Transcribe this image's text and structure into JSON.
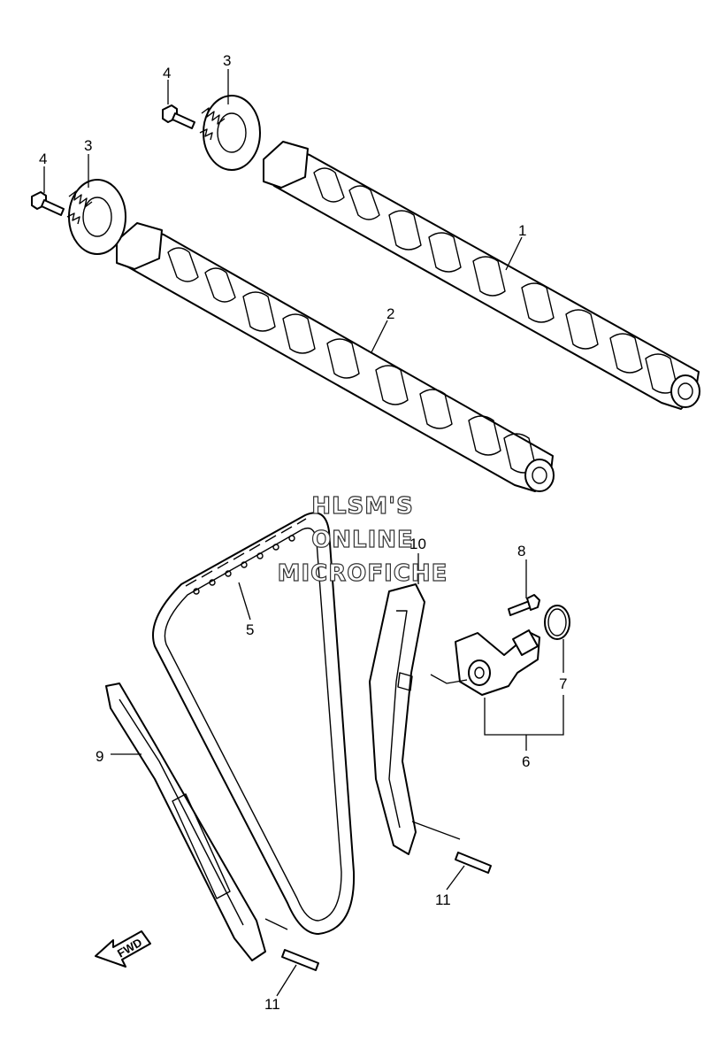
{
  "callouts": {
    "c1": "1",
    "c2": "2",
    "c3a": "3",
    "c3b": "3",
    "c4a": "4",
    "c4b": "4",
    "c5": "5",
    "c6": "6",
    "c7": "7",
    "c8": "8",
    "c9": "9",
    "c10": "10",
    "c11a": "11",
    "c11b": "11"
  },
  "watermark": {
    "line1": "HLSM'S",
    "line2": "ONLINE",
    "line3": "MICROFICHE"
  },
  "direction_badge": "FWD"
}
